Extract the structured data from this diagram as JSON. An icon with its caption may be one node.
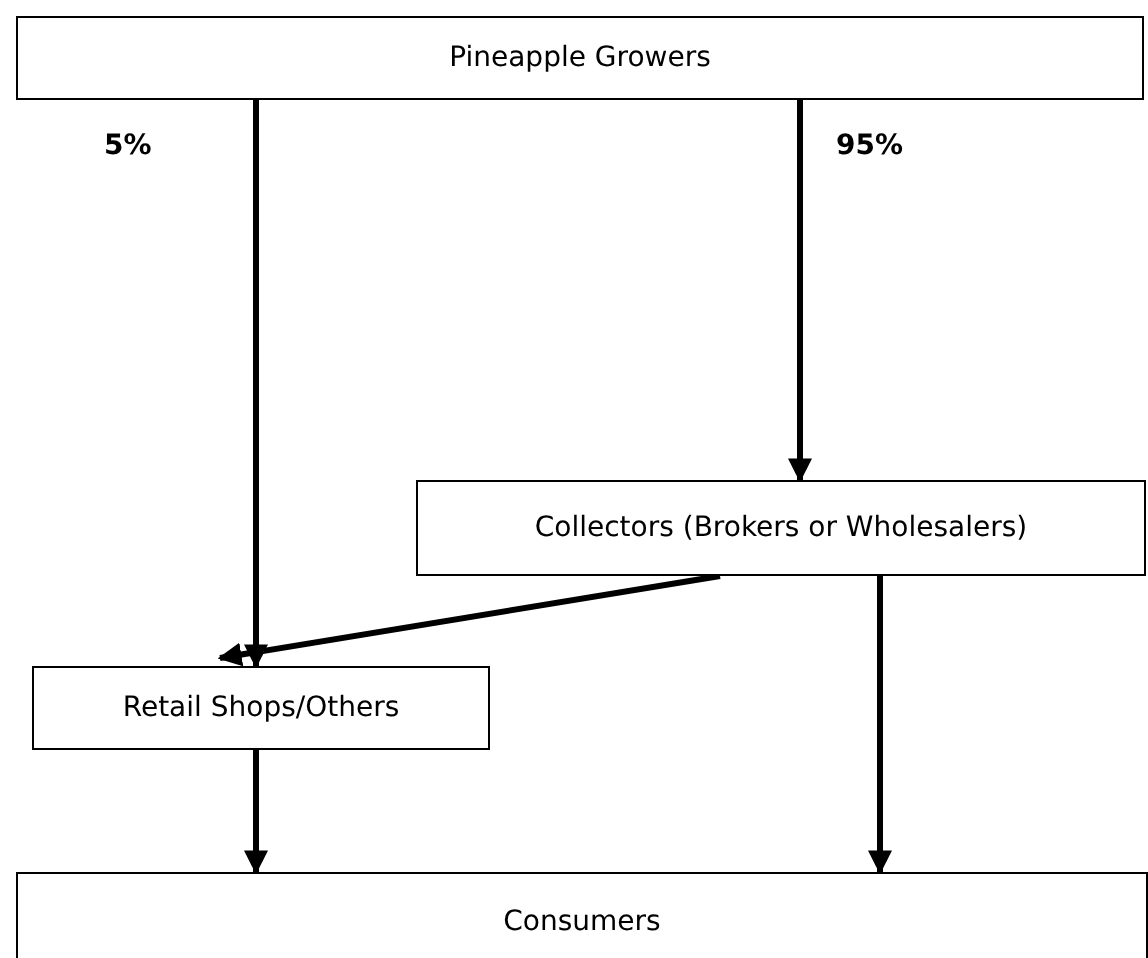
{
  "diagram": {
    "nodes": [
      {
        "text": [
          "Pineapple Growers"
        ]
      },
      {
        "text": [
          "Collectors (Brokers or Wholesalers)"
        ]
      },
      {
        "text": [
          "Retail Shops/Others"
        ]
      },
      {
        "text": [
          "Consumers"
        ]
      }
    ],
    "edges": [
      {
        "from": 0,
        "to": 2,
        "arrow": "to"
      },
      {
        "from": 0,
        "to": 1,
        "arrow": "to"
      },
      {
        "from": 1,
        "to": 2,
        "arrow": "to"
      },
      {
        "from": 2,
        "to": 3,
        "arrow": "to"
      },
      {
        "from": 1,
        "to": 3,
        "arrow": "to"
      }
    ],
    "labels": [
      "5%",
      "95%"
    ]
  }
}
